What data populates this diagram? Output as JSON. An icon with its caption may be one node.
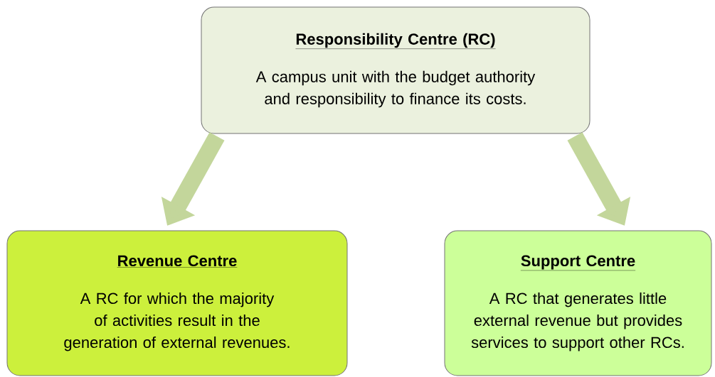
{
  "diagram": {
    "nodes": [
      {
        "text": [
          "Responsibility Centre (RC)",
          "A campus unit with the budget authority and responsibility to finance its costs."
        ]
      },
      {
        "text": [
          "Revenue Centre",
          "A RC for which the majority of activities result in the generation of external revenues."
        ]
      },
      {
        "text": [
          "Support Centre",
          "A RC that generates little external revenue but provides services to support other RCs."
        ]
      }
    ],
    "edges": [
      {
        "from": 0,
        "to": 1,
        "arrow": "to"
      },
      {
        "from": 0,
        "to": 2,
        "arrow": "to"
      }
    ]
  }
}
